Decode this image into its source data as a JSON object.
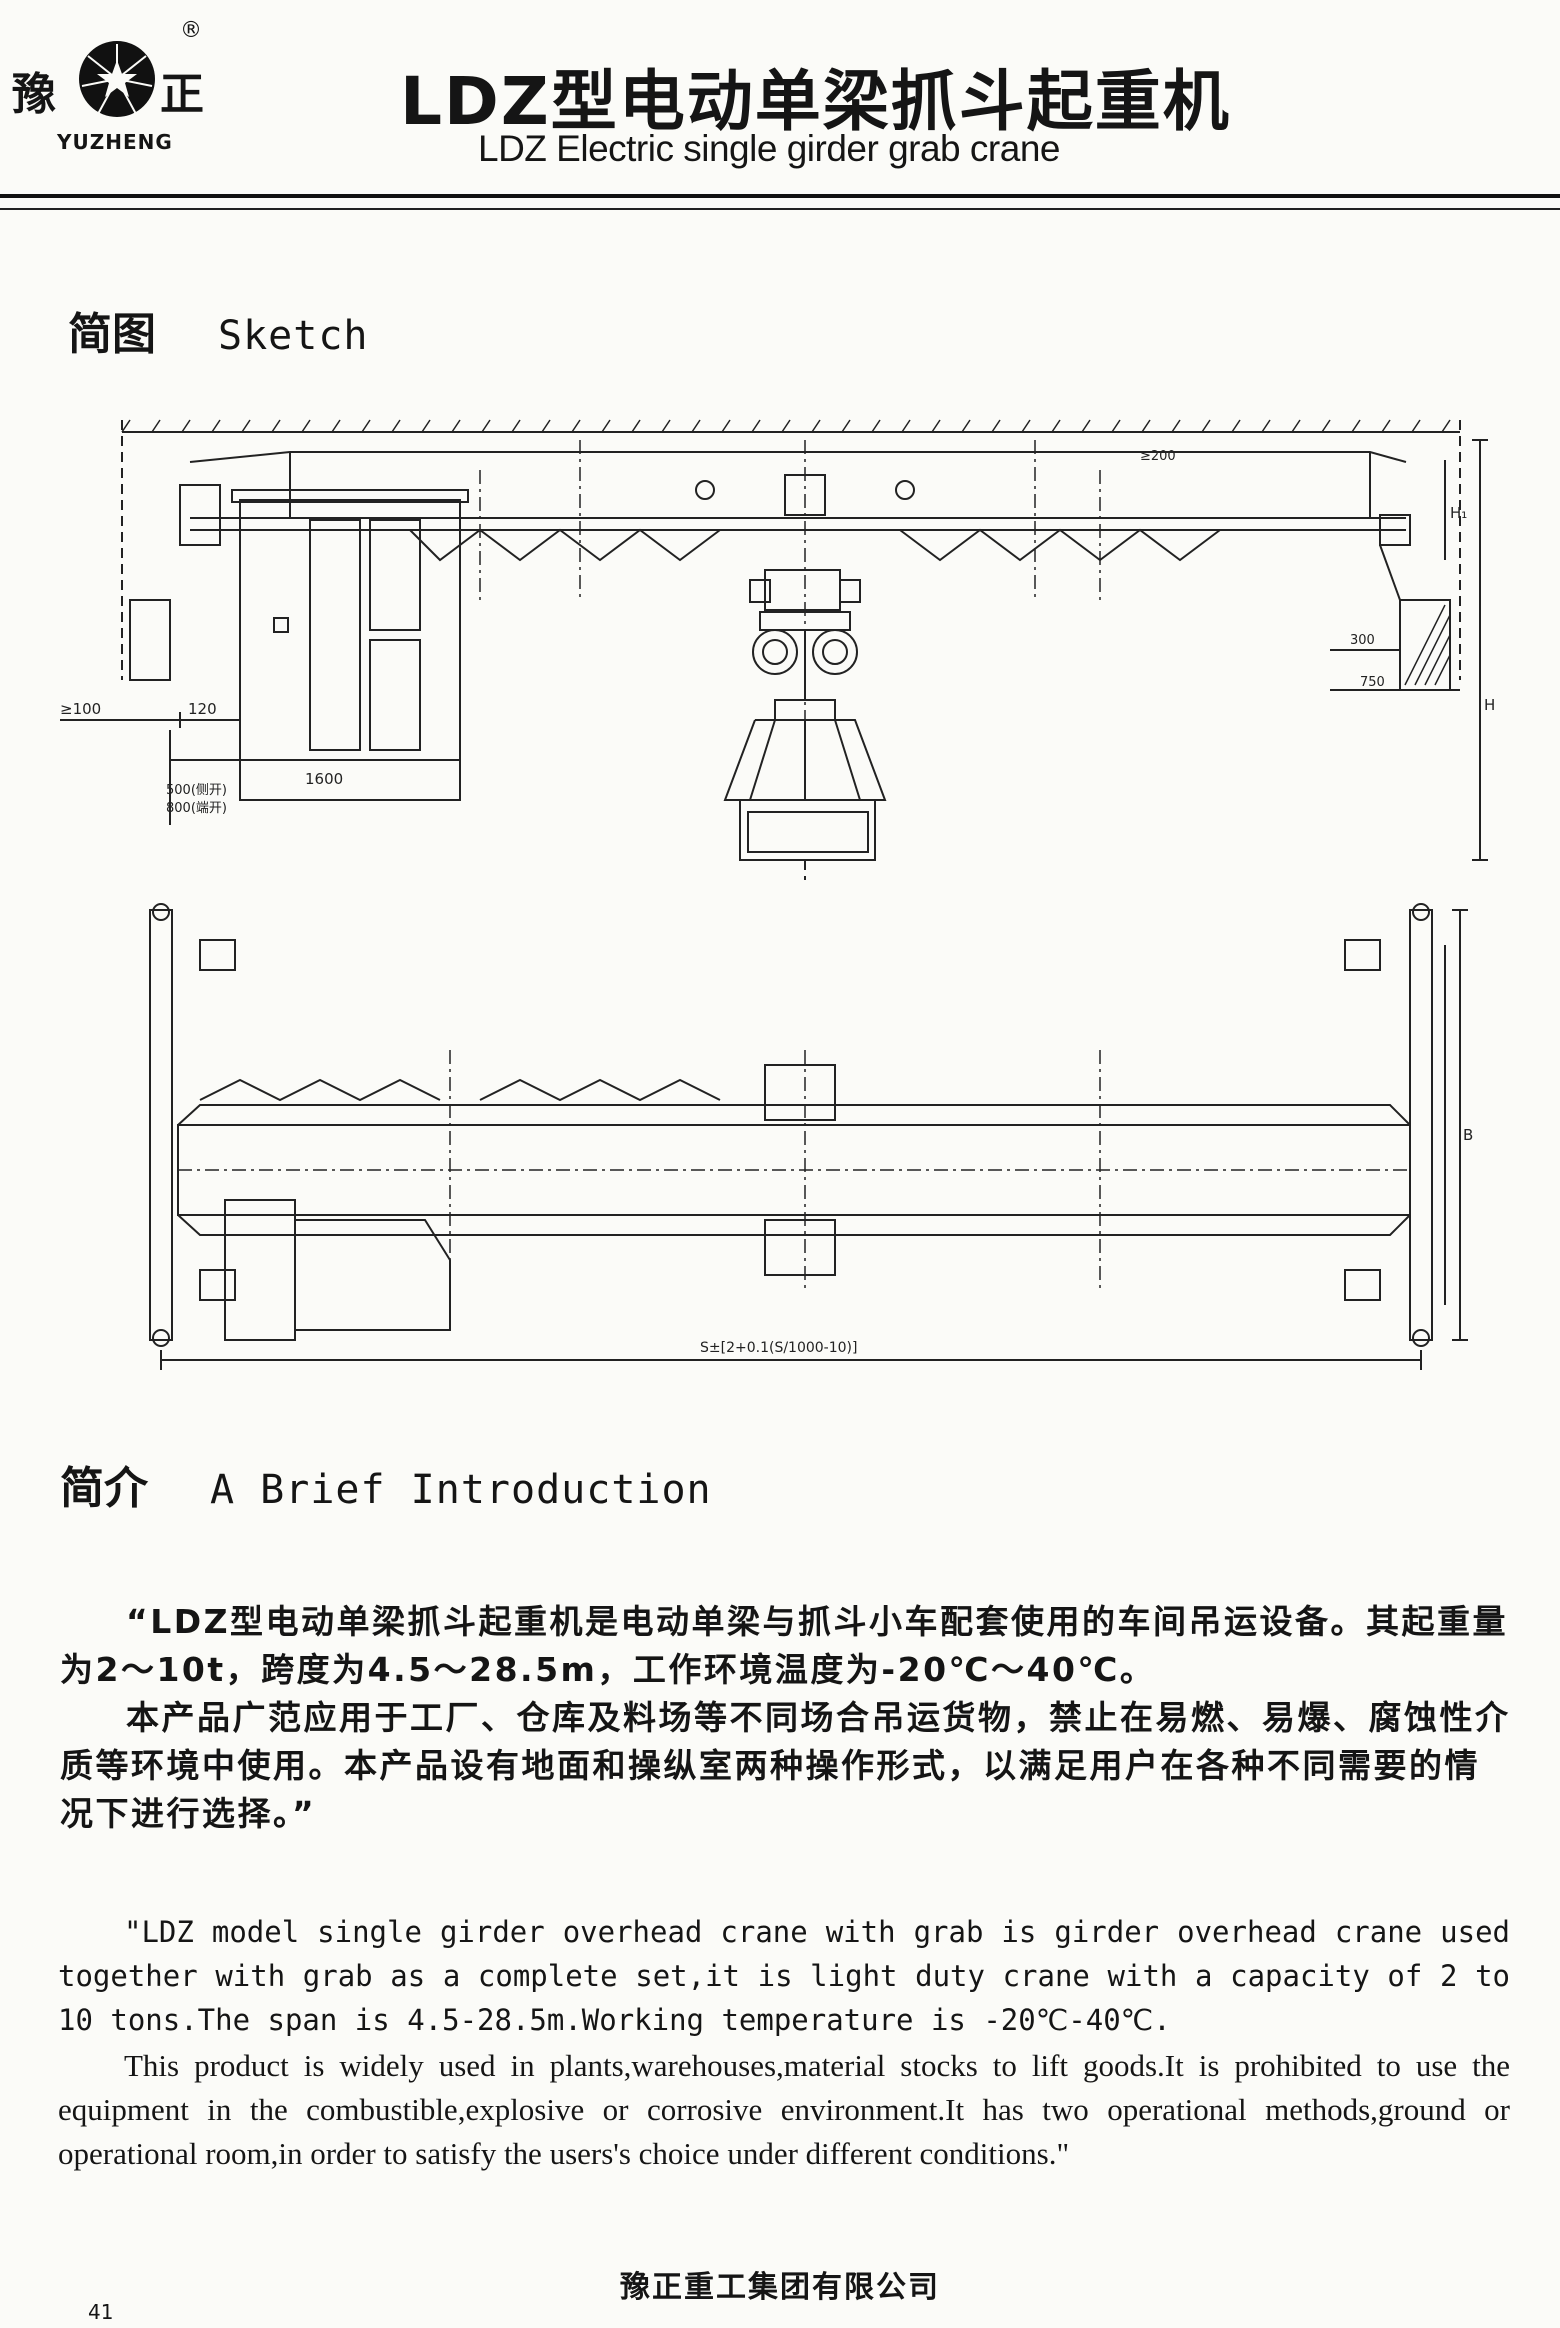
{
  "logo": {
    "left_char": "豫",
    "right_char": "正",
    "registered": "®",
    "brand": "YUZHENG"
  },
  "title": {
    "cn": "LDZ型电动单梁抓斗起重机",
    "en": "LDZ Electric single girder grab crane"
  },
  "sketch_heading": {
    "cn": "简图",
    "en": "Sketch"
  },
  "drawing_labels": {
    "clear_left": "≥100",
    "dim_120": "120",
    "dim_1600": "1600",
    "dim_500": "500(侧开)",
    "dim_800": "800(端开)",
    "dim_200": "≥200",
    "dim_300": "300",
    "dim_750": "750",
    "h_label": "H",
    "h1_label": "H₁",
    "span_formula": "S±[2+0.1(S/1000-10)]",
    "b_label": "B"
  },
  "intro_heading": {
    "cn": "简介",
    "en": "A Brief Introduction"
  },
  "intro_cn": {
    "p1": "“LDZ型电动单梁抓斗起重机是电动单梁与抓斗小车配套使用的车间吊运设备。其起重量为2～10t，跨度为4.5～28.5m，工作环境温度为-20℃～40℃。",
    "p2": "本产品广范应用于工厂、仓库及料场等不同场合吊运货物，禁止在易燃、易爆、腐蚀性介质等环境中使用。本产品设有地面和操纵室两种操作形式，以满足用户在各种不同需要的情况下进行选择。”"
  },
  "intro_en": {
    "p1": "\"LDZ model single girder overhead crane with grab is girder overhead crane used together with grab as a complete set,it is light duty crane with a capacity of 2 to 10 tons.The span is 4.5-28.5m.Working temperature is -20℃-40℃.",
    "p2": "This product is widely used in plants,warehouses,material stocks to lift goods.It is prohibited to use the equipment in the combustible,explosive or corrosive environment.It has two operational methods,ground or operational room,in order to satisfy the users's choice under different conditions.\""
  },
  "footer": {
    "company": "豫正重工集团有限公司",
    "page": "41"
  }
}
